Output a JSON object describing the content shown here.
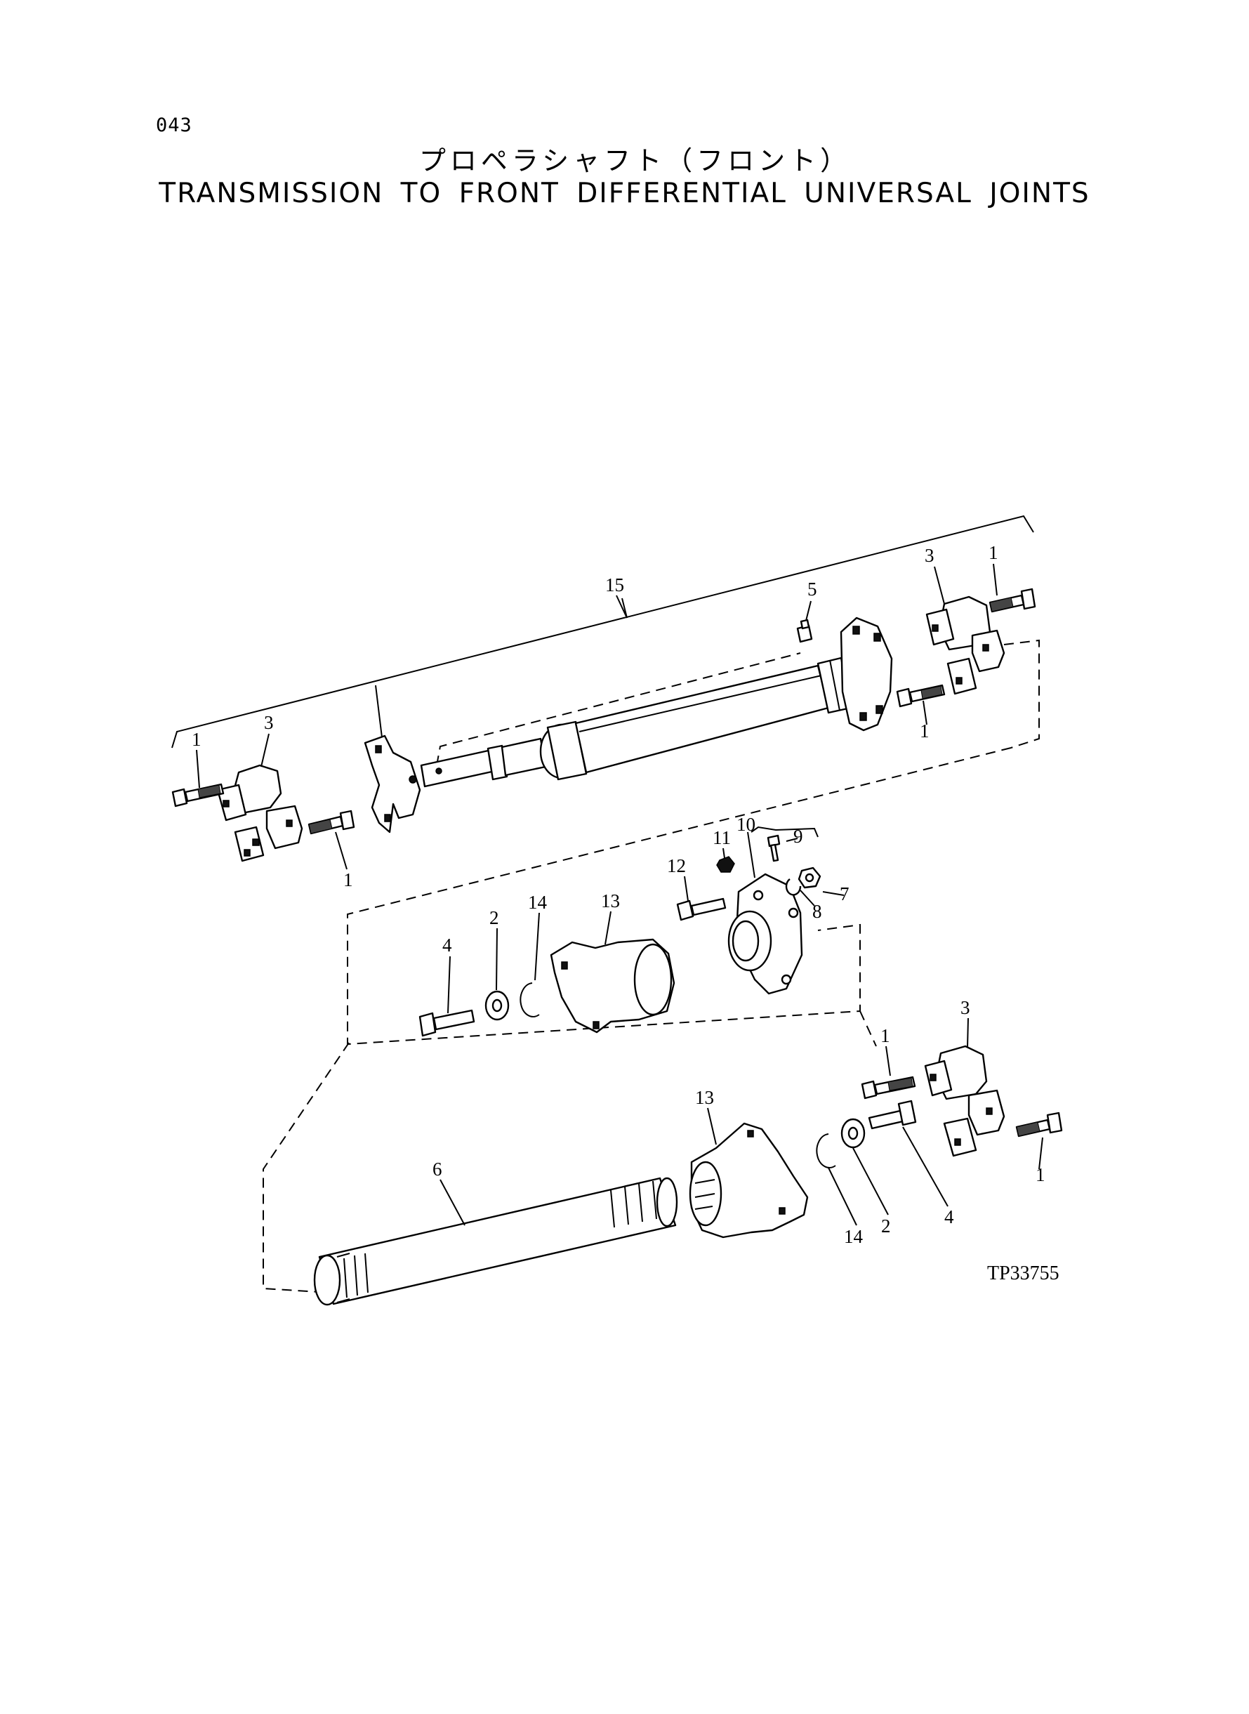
{
  "page_number": "043",
  "title_jp": "プロペラシャフト（フロント）",
  "title_en": "TRANSMISSION TO FRONT DIFFERENTIAL UNIVERSAL JOINTS",
  "figure_code": "TP33755",
  "callouts": {
    "c15": "15",
    "c5": "5",
    "c3a": "3",
    "c1a": "1",
    "c1b": "1",
    "c3b": "3",
    "c1c": "1",
    "c1d": "1",
    "c10": "10",
    "c9": "9",
    "c11": "11",
    "c12": "12",
    "c7": "7",
    "c8": "8",
    "c4a": "4",
    "c2a": "2",
    "c14a": "14",
    "c13a": "13",
    "c3c": "3",
    "c1e": "1",
    "c13b": "13",
    "c1f": "1",
    "c6": "6",
    "c14b": "14",
    "c2b": "2",
    "c4b": "4"
  }
}
